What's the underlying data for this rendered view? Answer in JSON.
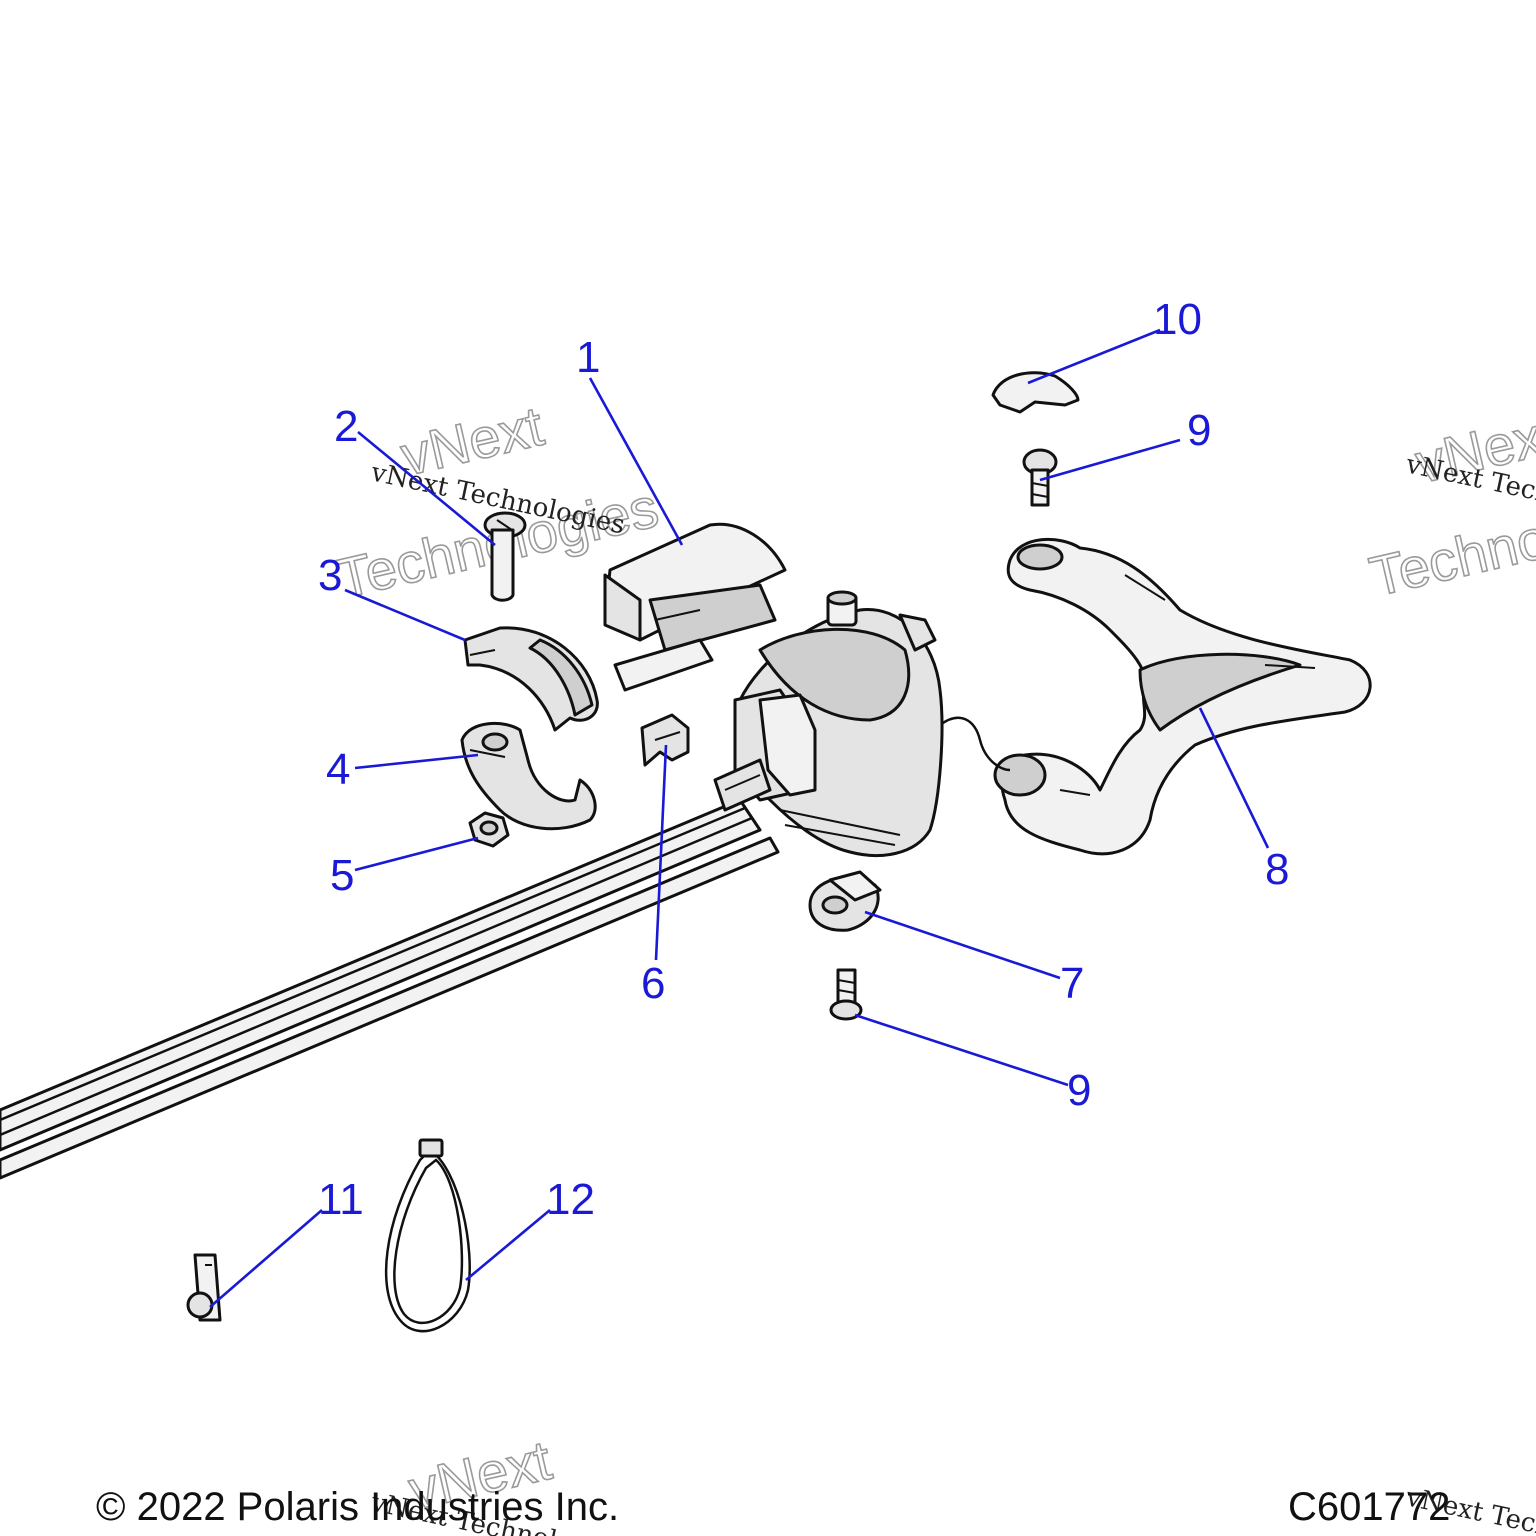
{
  "callouts": [
    {
      "number": "1"
    },
    {
      "number": "2"
    },
    {
      "number": "3"
    },
    {
      "number": "4"
    },
    {
      "number": "5"
    },
    {
      "number": "6"
    },
    {
      "number": "7"
    },
    {
      "number": "8"
    },
    {
      "number": "9"
    },
    {
      "number": "9"
    },
    {
      "number": "10"
    },
    {
      "number": "11"
    },
    {
      "number": "12"
    }
  ],
  "watermark": {
    "line_serif": "vNext Technologies",
    "line_outline_1": "vNext",
    "line_outline_2": "Technologies"
  },
  "footer": {
    "copyright": "© 2022 Polaris Industries Inc.",
    "diagram_code": "C601772"
  },
  "colors": {
    "callout": "#1a1ad6",
    "line_art": "#111111",
    "watermark_outline": "#9a9a9a"
  }
}
